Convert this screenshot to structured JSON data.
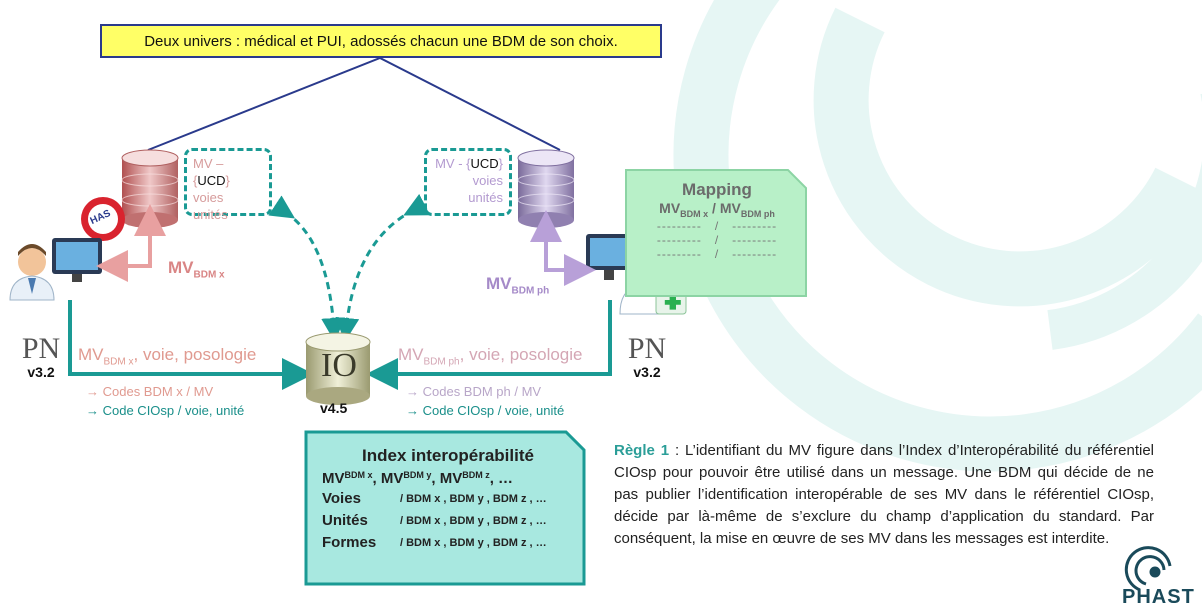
{
  "title_box": "Deux univers : médical et PUI, adossés chacun une BDM de son choix.",
  "left_box": {
    "l1a": "MV – {",
    "l1b": "UCD",
    "l1c": "}",
    "l2": "voies",
    "l3": "unités"
  },
  "right_box": {
    "l1a": "MV - {",
    "l1b": "UCD",
    "l1c": "}",
    "l2": "voies",
    "l3": "unités"
  },
  "has_logo": "HAS",
  "left_mv": {
    "main": "MV",
    "sub": "BDM x"
  },
  "right_mv": {
    "main": "MV",
    "sub": "BDM ph"
  },
  "left_flow": {
    "main": "MV",
    "sub": "BDM x",
    "rest": ", voie, posologie",
    "line1": "→ Codes BDM x / MV",
    "line2": "→ Code CIOsp / voie, unité"
  },
  "right_flow": {
    "main": "MV",
    "sub": "BDM ph",
    "rest": ", voie, posologie",
    "line1": "→ Codes BDM ph / MV",
    "line2": "→ Code CIOsp / voie, unité"
  },
  "pn_left": {
    "logo": "PN",
    "version": "v3.2"
  },
  "pn_right": {
    "logo": "PN",
    "version": "v3.2"
  },
  "cio": {
    "logo": "IO",
    "version": "v4.5"
  },
  "mapping": {
    "title": "Mapping",
    "h_main1": "MV",
    "h_sub1": "BDM x",
    "h_sep": " / ",
    "h_main2": "MV",
    "h_sub2": "BDM ph",
    "rows": [
      "---------   /   ---------",
      "---------   /   ---------",
      "---------   /   ---------"
    ]
  },
  "index": {
    "title": "Index interopérabilité",
    "mv_row": {
      "m1": "MV",
      "s1": "BDM x",
      "m2": ", MV",
      "s2": "BDM y",
      "m3": ", MV",
      "s3": "BDM z",
      "m4": ", …"
    },
    "rows": [
      {
        "label": "Voies",
        "value": "/ BDM x , BDM y , BDM z , …"
      },
      {
        "label": "Unités",
        "value": "/ BDM x , BDM y , BDM z , …"
      },
      {
        "label": "Formes",
        "value": "/ BDM x , BDM y , BDM z , …"
      }
    ]
  },
  "rule": {
    "keyword": "Règle 1",
    "text": " : L’identifiant du MV figure dans l’Index d’Interopérabilité du référentiel CIOsp pour pouvoir être utilisé dans un message. Une BDM qui décide de ne pas publier l’identification interopérable de ses MV dans le référentiel CIOsp, décide par là-même de s’exclure du champ d’application du standard. Par conséquent, la mise en œuvre de ses MV dans les messages est interdite."
  },
  "phast_logo": "PHAST",
  "colors": {
    "teal": "#1a9a94",
    "pink": "#d98585",
    "purple": "#a58ac8",
    "yellow": "#ffff66",
    "navy": "#2a3a8c",
    "mapping_bg": "#b8f0c8",
    "index_bg": "#a8e8e0"
  }
}
